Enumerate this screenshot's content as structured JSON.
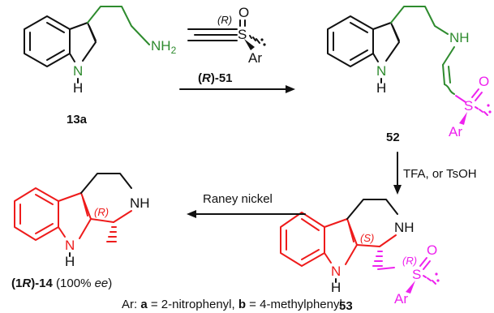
{
  "colors": {
    "black": "#111111",
    "green": "#2e8b2e",
    "red": "#ee1b1b",
    "magenta": "#ee22ee"
  },
  "atoms": {
    "nh2": "NH",
    "nh2_sub": "2",
    "n": "N",
    "h": "H",
    "nh": "NH",
    "s": "S",
    "o": "O",
    "ar": "Ar"
  },
  "stereo": {
    "r": "(R)",
    "s": "(S)"
  },
  "compounds": {
    "c13a": "13a",
    "c52": "52",
    "c53": "53",
    "r51_open": "(",
    "r51_R": "R",
    "r51_close": ")-51",
    "c14_open": "(1",
    "c14_R": "R",
    "c14_close": ")-14",
    "c14_ee_open": " (100% ",
    "c14_ee": "ee",
    "c14_ee_close": ")"
  },
  "conditions": {
    "step3": "TFA, or TsOH",
    "step4": "Raney nickel"
  },
  "footnote": {
    "prefix": "Ar: ",
    "a": "a",
    "a_text": " = 2-nitrophenyl, ",
    "b": "b",
    "b_text": " = 4-methylphenyl"
  }
}
